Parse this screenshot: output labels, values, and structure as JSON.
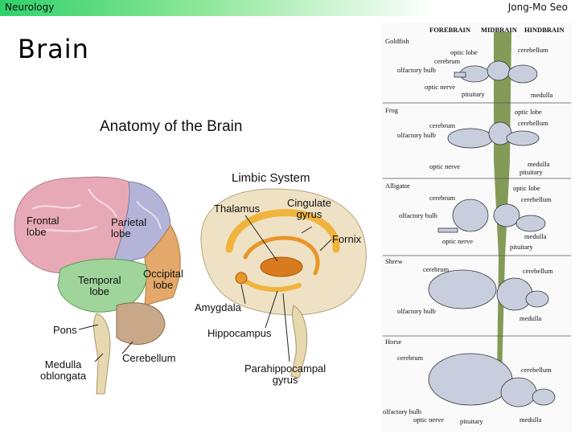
{
  "header": {
    "course": "Neurology",
    "author": "Jong-Mo Seo"
  },
  "slide": {
    "title": "Brain"
  },
  "anatomy": {
    "heading": "Anatomy of the Brain",
    "lobes": {
      "frontal": "Frontal\nlobe",
      "parietal": "Parietal\nlobe",
      "temporal": "Temporal\nlobe",
      "occipital": "Occipital\nlobe"
    },
    "pons": "Pons",
    "medulla": "Medulla\noblongata",
    "cerebellum": "Cerebellum"
  },
  "limbic": {
    "heading": "Limbic System",
    "thalamus": "Thalamus",
    "cingulate": "Cingulate\ngyrus",
    "fornix": "Fornix",
    "amygdala": "Amygdala",
    "hippocampus": "Hippocampus",
    "parahippocampal": "Parahippocampal\ngyrus"
  },
  "evolution": {
    "columns": {
      "forebrain": "FOREBRAIN",
      "midbrain": "MIDBRAIN",
      "hindbrain": "HINDBRAIN"
    },
    "goldfish": {
      "name": "Goldfish",
      "optic_lobe": "optic lobe",
      "cerebrum": "cerebrum",
      "olfactory": "olfactory bulb",
      "cerebellum": "cerebellum",
      "optic_nerve": "optic nerve",
      "pituitary": "pituitary",
      "medulla": "medulla"
    },
    "frog": {
      "name": "Frog",
      "optic_lobe": "optic lobe",
      "cerebrum": "cerebrum",
      "olfactory": "olfactory bulb",
      "cerebellum": "cerebellum",
      "optic_nerve": "optic nerve",
      "medulla": "medulla",
      "pituitary": "pituitary"
    },
    "alligator": {
      "name": "Alligator",
      "cerebrum": "cerebrum",
      "optic_lobe": "optic lobe",
      "cerebellum": "cerebellum",
      "olfactory": "olfactory bulb",
      "optic_nerve": "optic nerve",
      "medulla": "medulla",
      "pituitary": "pituitary"
    },
    "shrew": {
      "name": "Shrew",
      "cerebrum": "cerebrum",
      "cerebellum": "cerebellum",
      "olfactory": "olfactory bulb",
      "medulla": "medulla"
    },
    "horse": {
      "name": "Horse",
      "cerebrum": "cerebrum",
      "cerebellum": "cerebellum",
      "olfactory": "olfactory bulb",
      "optic_nerve": "optic nerve",
      "pituitary": "pituitary",
      "medulla": "medulla"
    }
  },
  "colors": {
    "frontal": "#e8a9b6",
    "parietal": "#b4b4d8",
    "temporal": "#9fd49a",
    "occipital": "#e3a86a",
    "limbic": "#f0b33c",
    "midbrain_band": "#6f8a3a"
  }
}
